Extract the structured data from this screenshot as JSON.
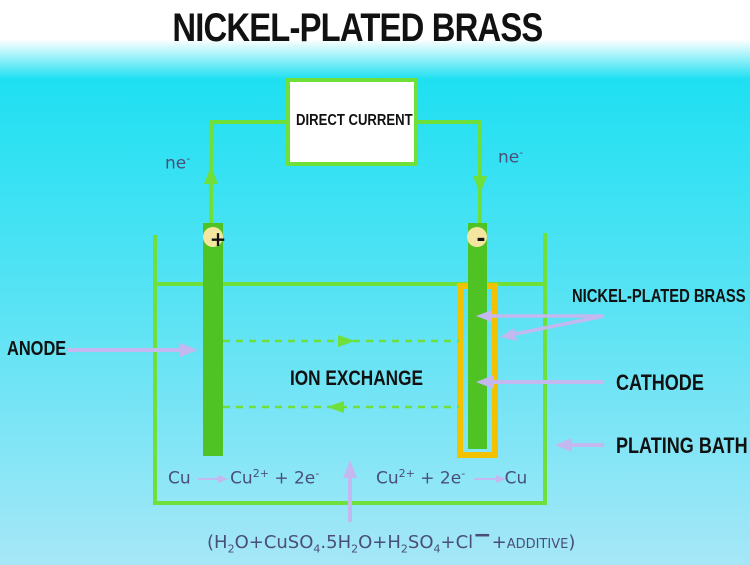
{
  "title": "NICKEL-PLATED BRASS",
  "power_supply": "DIRECT CURRENT",
  "electron_flow_left": {
    "base": "ne",
    "sup": "-"
  },
  "electron_flow_right": {
    "base": "ne",
    "sup": "-"
  },
  "anode_terminal": "+",
  "cathode_terminal": "-",
  "labels": {
    "anode": "ANODE",
    "ion_exchange": "ION EXCHANGE",
    "coating": "NICKEL-PLATED BRASS",
    "cathode": "CATHODE",
    "bath": "PLATING BATH"
  },
  "anode_reaction": {
    "reactant": "Cu",
    "product": "Cu",
    "product_sup": "2+",
    "plus": "+ 2e",
    "electron_sup": "-"
  },
  "cathode_reaction": {
    "reactant": "Cu",
    "reactant_sup": "2+",
    "plus": "+ 2e",
    "electron_sup": "-",
    "product": "Cu"
  },
  "bath_composition": {
    "open": "(H",
    "s1": "2",
    "t1": "O+CuSO",
    "s2": "4",
    "t2": ".5H",
    "s3": "2",
    "t3": "O+H",
    "s4": "2",
    "t4": "SO",
    "s5": "4",
    "t5": "+Cl",
    "minus": "−",
    "t6": "+",
    "additive": "ADDITIVE",
    "close": ")"
  },
  "colors": {
    "background_top": "#1ee0f2",
    "background_bottom": "#9fe6f7",
    "line_green": "#6fe03a",
    "electrode_green": "#4fc324",
    "plating_gold": "#f2c200",
    "pointer_lavender": "#c4b8f0"
  }
}
